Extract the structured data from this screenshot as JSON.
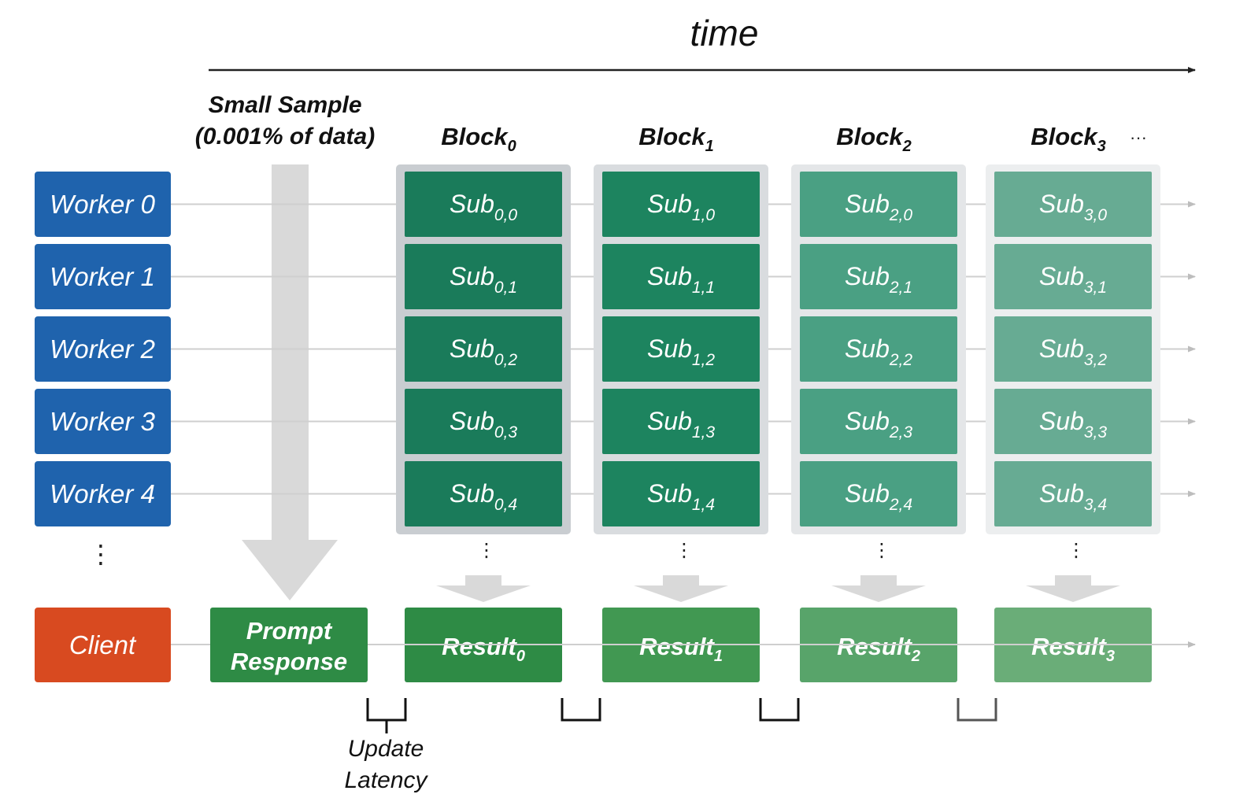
{
  "axis": {
    "label": "time"
  },
  "sample": {
    "line1": "Small Sample",
    "line2": "(0.001% of data)"
  },
  "workers": [
    "Worker 0",
    "Worker 1",
    "Worker 2",
    "Worker 3",
    "Worker 4"
  ],
  "client": {
    "label": "Client"
  },
  "prompt": {
    "line1": "Prompt",
    "line2": "Response"
  },
  "blocks": [
    {
      "name": "Block",
      "index": "0",
      "result": "Result",
      "subs": [
        "0,0",
        "0,1",
        "0,2",
        "0,3",
        "0,4"
      ]
    },
    {
      "name": "Block",
      "index": "1",
      "result": "Result",
      "subs": [
        "1,0",
        "1,1",
        "1,2",
        "1,3",
        "1,4"
      ]
    },
    {
      "name": "Block",
      "index": "2",
      "result": "Result",
      "subs": [
        "2,0",
        "2,1",
        "2,2",
        "2,3",
        "2,4"
      ]
    },
    {
      "name": "Block",
      "index": "3",
      "result": "Result",
      "subs": [
        "3,0",
        "3,1",
        "3,2",
        "3,3",
        "3,4"
      ]
    }
  ],
  "sub_label": "Sub",
  "more_blocks": "···",
  "vertical_ellipsis": "⋮",
  "latency": {
    "line1": "Update",
    "line2": "Latency"
  },
  "colors": {
    "worker": "#1f63ad",
    "client": "#d84a20",
    "prompt": "#2e8b45",
    "sub": [
      "#1a7b5a",
      "#1d845f",
      "#4aa083",
      "#67ab93"
    ],
    "result": [
      "#2e8b45",
      "#419852",
      "#58a46a",
      "#6aad78"
    ],
    "block_bg": [
      "#c9cdd1",
      "#d9dcdf",
      "#e4e6e8",
      "#eceeef"
    ],
    "arrow": "#d9d9d9",
    "line": "#cfcfcf"
  }
}
